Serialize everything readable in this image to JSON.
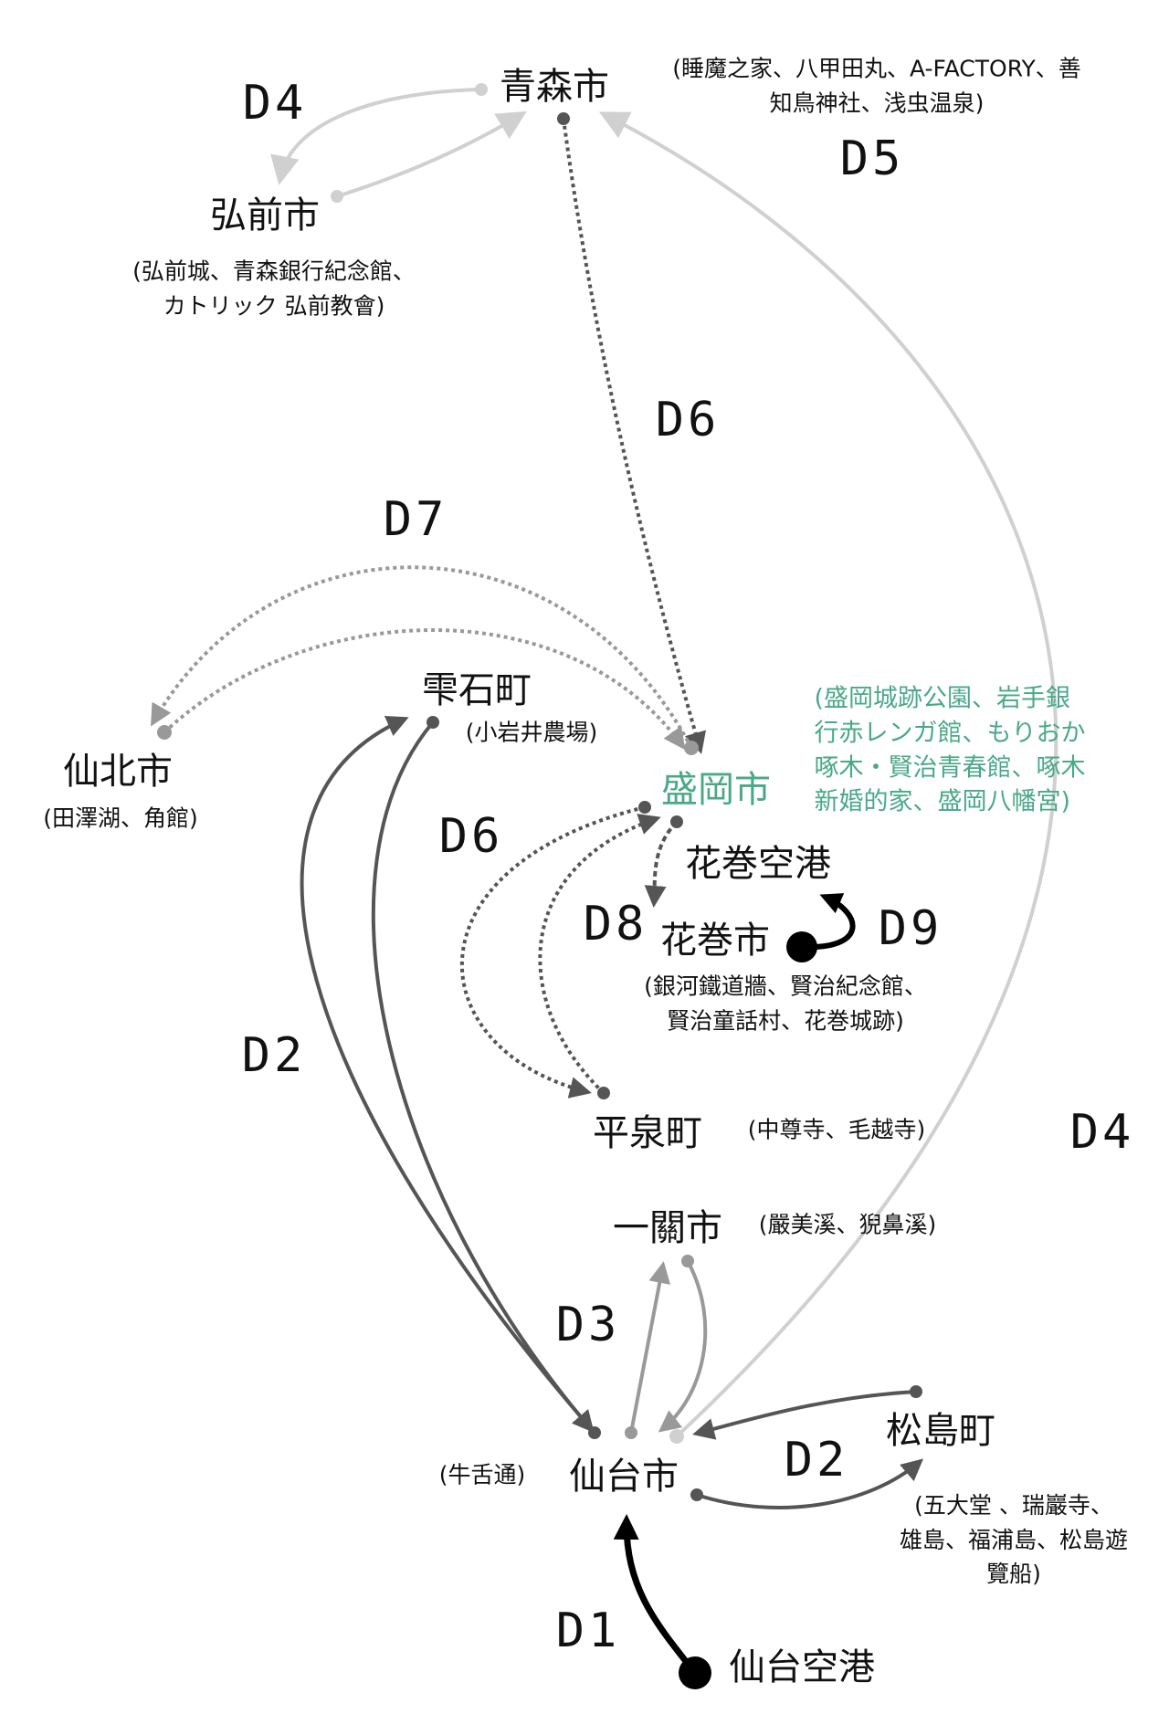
{
  "colors": {
    "accent_green": "#4aa88a",
    "dark": "#555555",
    "mid": "#999999",
    "light": "#d0d0d0",
    "black": "#000000"
  },
  "cities": {
    "aomori": "青森市",
    "hirosaki": "弘前市",
    "shizukuishi": "雫石町",
    "semboku": "仙北市",
    "morioka": "盛岡市",
    "hanamaki_airport": "花巻空港",
    "hanamaki": "花巻市",
    "hiraizumi": "平泉町",
    "ichinoseki": "一關市",
    "sendai": "仙台市",
    "matsushima": "松島町",
    "sendai_airport": "仙台空港"
  },
  "notes": {
    "aomori": [
      "(睡魔之家、八甲田丸、A-FACTORY、善",
      "知鳥神社、浅虫温泉)"
    ],
    "hirosaki": [
      "(弘前城、青森銀行紀念館、",
      "カトリック 弘前教會)"
    ],
    "shizukuishi": "(小岩井農場)",
    "semboku": "(田澤湖、角館)",
    "morioka": [
      "(盛岡城跡公園、岩手銀",
      "行赤レンガ館、もりおか",
      "啄木・賢治青春館、啄木",
      "新婚的家、盛岡八幡宮)"
    ],
    "hanamaki": [
      "(銀河鐵道牆、賢治紀念館、",
      "賢治童話村、花巻城跡)"
    ],
    "hiraizumi": "(中尊寺、毛越寺)",
    "ichinoseki": "(嚴美溪、猊鼻溪)",
    "sendai": "(牛舌通)",
    "matsushima": [
      "(五大堂 、瑞巖寺、",
      "雄島、福浦島、松島遊",
      "覽船)"
    ]
  },
  "days": {
    "d1": "D1",
    "d2_left": "D2",
    "d2_right": "D2",
    "d3": "D3",
    "d4_top": "D4",
    "d4_right": "D4",
    "d5": "D5",
    "d6_top": "D6",
    "d6_mid": "D6",
    "d7": "D7",
    "d8": "D8",
    "d9": "D9"
  }
}
